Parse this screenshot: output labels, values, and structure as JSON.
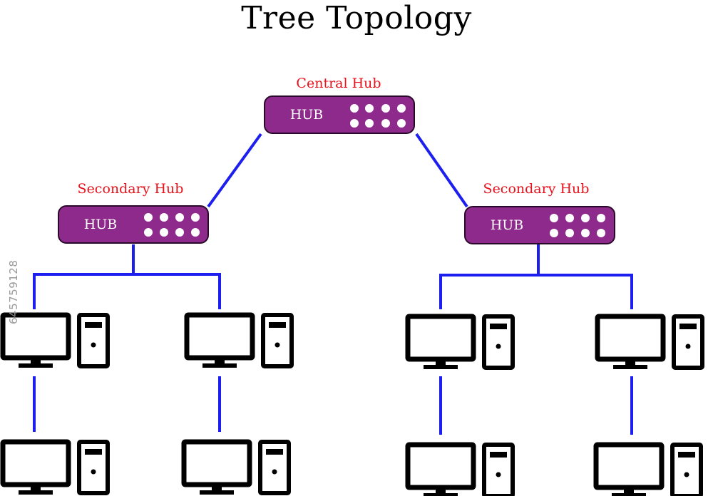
{
  "title": "Tree Topology",
  "hubs": {
    "central": {
      "label": "Central Hub",
      "text": "HUB"
    },
    "secondary_left": {
      "label": "Secondary Hub",
      "text": "HUB"
    },
    "secondary_right": {
      "label": "Secondary Hub",
      "text": "HUB"
    }
  },
  "watermark": "645759128",
  "colors": {
    "hub_fill": "#8e2a8b",
    "link": "#1d1ef0",
    "label": "#e8121c",
    "device": "#000000"
  }
}
